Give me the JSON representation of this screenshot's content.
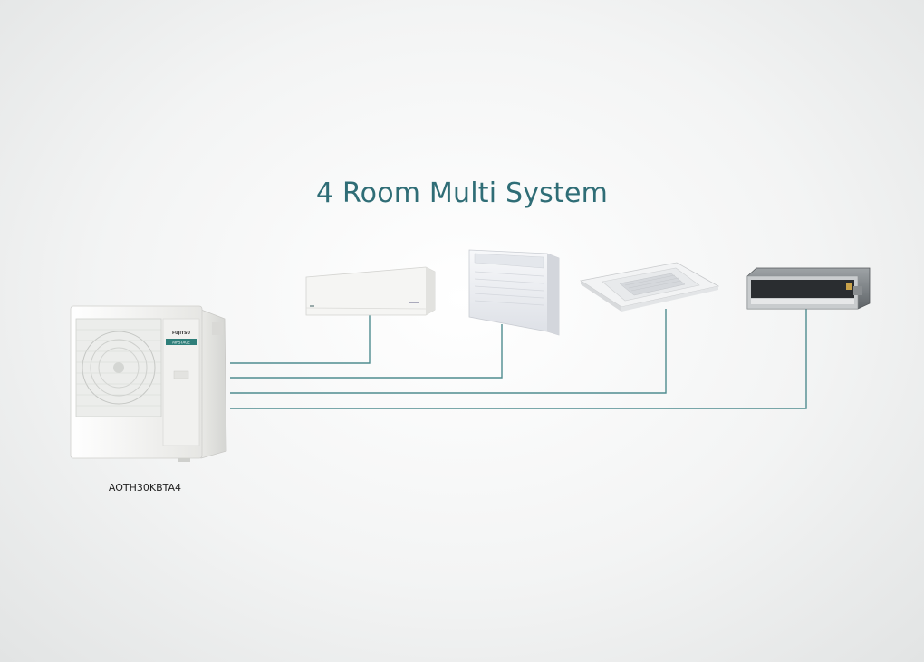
{
  "title": "4 Room Multi System",
  "outdoor_unit": {
    "model": "AOTH30KBTA4",
    "brand_text": "FUJITSU",
    "badge_text": "AIRSTAGE"
  },
  "indoor_units": [
    {
      "name": "wall-mounted-unit"
    },
    {
      "name": "floor-console-unit"
    },
    {
      "name": "cassette-unit"
    },
    {
      "name": "ducted-unit"
    }
  ],
  "colors": {
    "title": "#2f6d76",
    "pipe": "#4f8c8f",
    "unit_body": "#f4f4f2",
    "badge": "#2f7f7a"
  }
}
